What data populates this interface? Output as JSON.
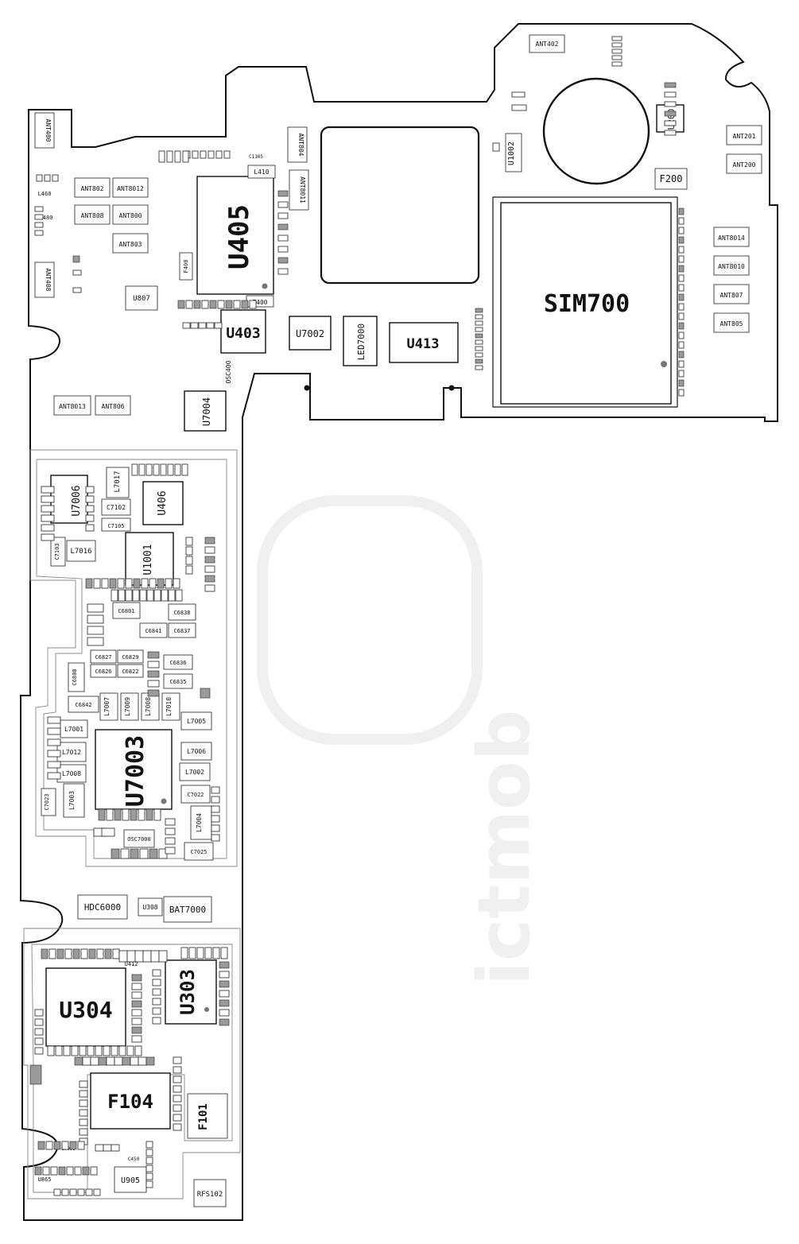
{
  "watermark": "ictmob",
  "components": {
    "u405": "U405",
    "sim700": "SIM700",
    "u403": "U403",
    "u413": "U413",
    "u7002": "U7002",
    "led7000": "LED7000",
    "osc400": "OSC400",
    "u7004": "U7004",
    "u1002": "U1002",
    "u200": "U200",
    "f200": "F200",
    "l410": "L410",
    "f400": "F400",
    "f408": "F408",
    "u807": "U807",
    "ant402": "ANT402",
    "ant201": "ANT201",
    "ant200": "ANT200",
    "ant8014": "ANT8014",
    "ant8010": "ANT8010",
    "ant807": "ANT807",
    "ant805": "ANT805",
    "ant400": "ANT400",
    "ant408": "ANT408",
    "ant802": "ANT802",
    "ant8012": "ANT8012",
    "ant808": "ANT808",
    "ant800": "ANT800",
    "ant803": "ANT803",
    "ant804": "ANT804",
    "ant8011": "ANT8011",
    "ant8013": "ANT8013",
    "ant806": "ANT806",
    "l460": "L460",
    "u480": "U480",
    "c1105": "C1105",
    "u7006": "U7006",
    "l7017": "L7017",
    "c7102": "C7102",
    "c7105": "C7105",
    "u406": "U406",
    "c7103": "C7103",
    "l7016": "L7016",
    "u1001": "U1001",
    "c6801": "C6801",
    "c6838": "C6838",
    "c6841": "C6841",
    "c6837": "C6837",
    "c6827": "C6827",
    "c6829": "C6829",
    "c6826": "C6826",
    "c6822": "C6822",
    "c6836": "C6836",
    "c6835": "C6835",
    "c6808": "C6808",
    "c6842": "C6842",
    "l7007": "L7007",
    "l7009": "L7009",
    "l7008b": "L7008",
    "l7010": "L7010",
    "l7001": "L7001",
    "l7005": "L7005",
    "l7012": "L7012",
    "l7006": "L7006",
    "u7003": "U7003",
    "l7008": "L7008",
    "l7002": "L7002",
    "c7023": "C7023",
    "l7003": "L7003",
    "c7022": "C7022",
    "l7004": "L7004",
    "osc7000": "OSC7000",
    "c7025": "C7025",
    "hdc6000": "HDC6000",
    "u308": "U308",
    "bat7000": "BAT7000",
    "u304": "U304",
    "u412": "U412",
    "u303": "U303",
    "f104": "F104",
    "f101": "F101",
    "u905": "U905",
    "u865": "U865",
    "rfs102": "RFS102",
    "c7099": "C7099",
    "c450": "C450"
  },
  "colors": {
    "outline": "#111111",
    "pad_gray": "#9a9a9a",
    "zone": "#888888",
    "watermark": "#f0f0f0"
  }
}
